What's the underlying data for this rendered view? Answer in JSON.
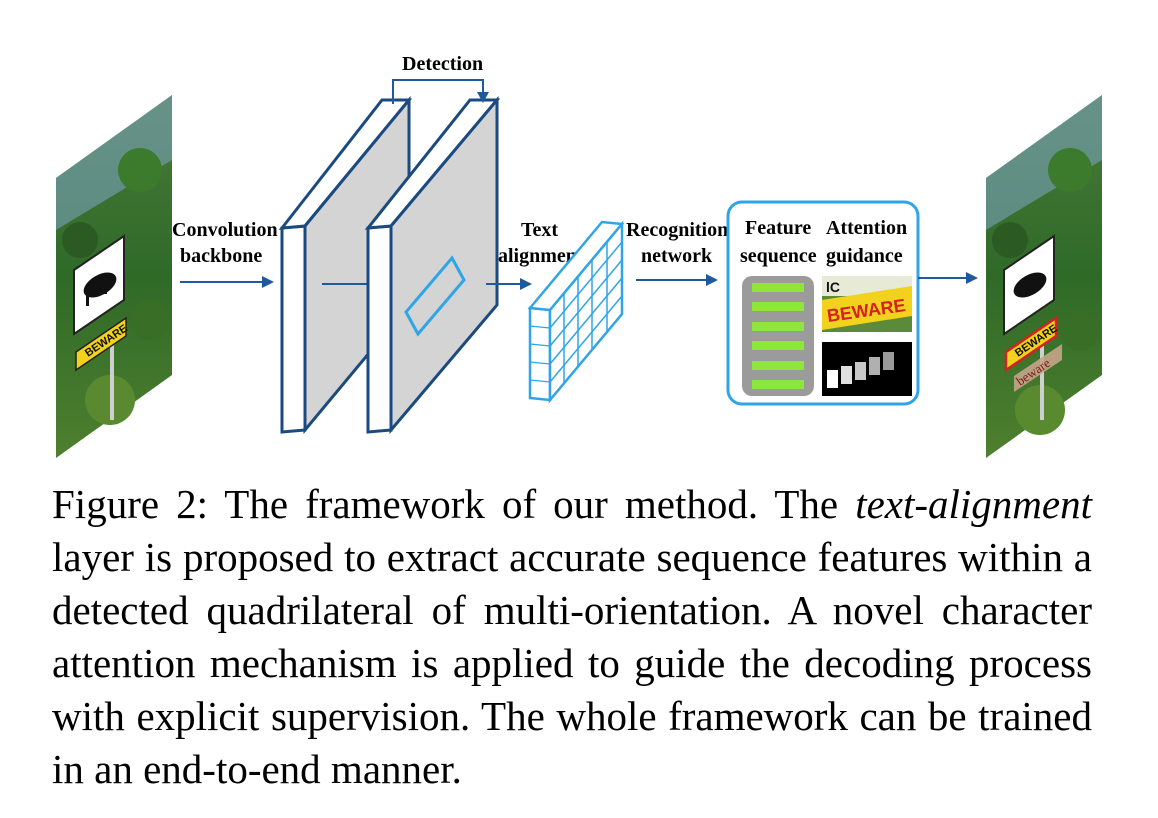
{
  "figure": {
    "labels": {
      "detection": "Detection",
      "convolution": "Convolution",
      "backbone": "backbone",
      "text": "Text",
      "alignment": "alignment",
      "recognition": "Recognition",
      "network": "network",
      "feature": "Feature",
      "sequence": "sequence",
      "attention": "Attention",
      "guidance": "guidance"
    },
    "sign_text": "BEWARE",
    "predicted_text": "beware",
    "colors": {
      "arrow": "#1f5a9e",
      "slab_edge": "#1a4a80",
      "slab_face": "#d4d4d4",
      "grid": "#2fa5e8",
      "panel_border": "#2fa5e8",
      "feature_bar": "#8ee63a",
      "feature_bg": "#9b9b9b",
      "sign_yellow": "#f2d21c",
      "sign_red": "#d42020"
    },
    "icons": [
      "input-image-icon",
      "output-image-icon",
      "cow-sign-icon"
    ]
  },
  "caption": {
    "prefix": "Figure 2:  The framework of our method.  The ",
    "italic1": "text-alignment",
    "middle": " layer is proposed to extract accurate sequence features within a detected quadrilateral of multi-orientation. A novel character attention mechanism is applied to guide the decoding process with explicit supervision. The whole framework can be trained in an end-to-end manner."
  }
}
